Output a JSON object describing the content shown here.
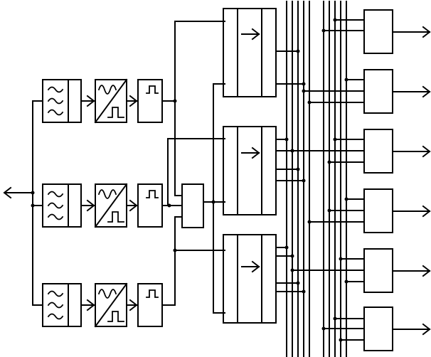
{
  "diagram": {
    "stroke_color": "#000000",
    "background_color": "#ffffff",
    "signal_chains": 3,
    "chain_stages": [
      "filter-block",
      "sine-to-square-converter-block",
      "pulse-shaper-block"
    ],
    "icons": {
      "filter": "tilde-wave-icon",
      "converter": "sine-to-square-icon",
      "pulse": "square-pulse-icon",
      "register": "right-arrow-icon"
    },
    "combiner_blocks": 1,
    "register_blocks": 3,
    "bus_lines": 10,
    "output_blocks": 6,
    "input_arrows": 1,
    "output_arrows": 6
  }
}
